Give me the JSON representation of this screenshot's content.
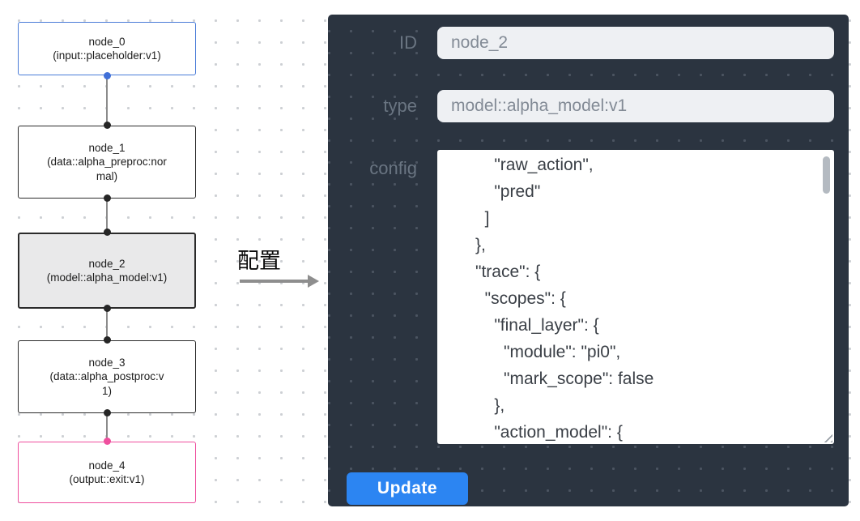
{
  "flowchart": {
    "nodes": [
      {
        "title": "node_0",
        "subtitle": "(input::placeholder:v1)",
        "kind": "input"
      },
      {
        "title": "node_1",
        "subtitle": "(data::alpha_preproc:normal)",
        "kind": "process"
      },
      {
        "title": "node_2",
        "subtitle": "(model::alpha_model:v1)",
        "kind": "model",
        "selected": true
      },
      {
        "title": "node_3",
        "subtitle": "(data::alpha_postproc:v1)",
        "kind": "process"
      },
      {
        "title": "node_4",
        "subtitle": "(output::exit:v1)",
        "kind": "output"
      }
    ]
  },
  "arrow": {
    "label": "配置"
  },
  "panel": {
    "fields": [
      {
        "label": "ID",
        "value": "node_2"
      },
      {
        "label": "type",
        "value": "model::alpha_model:v1"
      }
    ],
    "config": {
      "label": "config",
      "text": "          \"raw_action\",\n          \"pred\"\n        ]\n      },\n      \"trace\": {\n        \"scopes\": {\n          \"final_layer\": {\n            \"module\": \"pi0\",\n            \"mark_scope\": false\n          },\n          \"action_model\": {"
    },
    "update_button": "Update"
  },
  "colors": {
    "panel_bg": "#2b3440",
    "update_button": "#2c85f2",
    "input_node_border": "#4a7cd8",
    "output_node_border": "#ef4f9e",
    "selected_node_bg": "#e9e9ea",
    "field_bg": "#eef0f3"
  }
}
